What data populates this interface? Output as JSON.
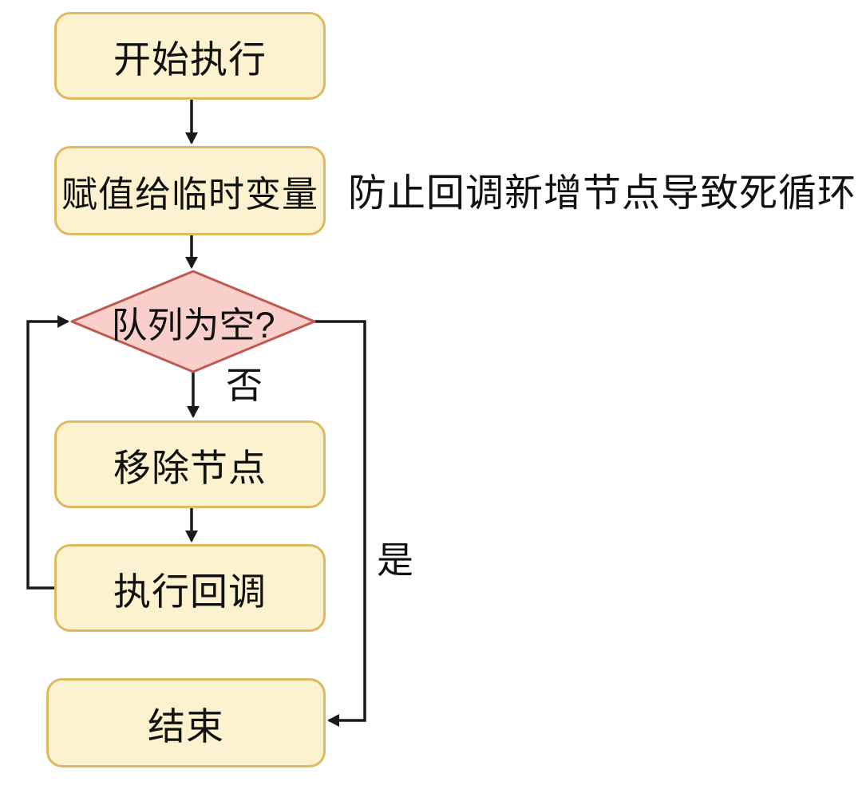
{
  "colors": {
    "process_fill": "#FCF2CF",
    "process_border": "#DCBB60",
    "decision_fill": "#F8CFCB",
    "decision_border": "#BF5A52",
    "connector": "#1A1A1A",
    "text": "#111111",
    "background": "#FFFFFF"
  },
  "flowchart": {
    "nodes": [
      {
        "id": "start",
        "shape": "rounded-rectangle",
        "label": "开始执行"
      },
      {
        "id": "assign-temp",
        "shape": "rounded-rectangle",
        "label": "赋值给临时变量"
      },
      {
        "id": "queue-empty",
        "shape": "diamond",
        "label": "队列为空?"
      },
      {
        "id": "remove-node",
        "shape": "rounded-rectangle",
        "label": "移除节点"
      },
      {
        "id": "exec-callback",
        "shape": "rounded-rectangle",
        "label": "执行回调"
      },
      {
        "id": "end",
        "shape": "rounded-rectangle",
        "label": "结束"
      }
    ],
    "edges": [
      {
        "from": "start",
        "to": "assign-temp",
        "label": ""
      },
      {
        "from": "assign-temp",
        "to": "queue-empty",
        "label": ""
      },
      {
        "from": "queue-empty",
        "to": "remove-node",
        "label": "否"
      },
      {
        "from": "remove-node",
        "to": "exec-callback",
        "label": ""
      },
      {
        "from": "exec-callback",
        "to": "queue-empty",
        "label": ""
      },
      {
        "from": "queue-empty",
        "to": "end",
        "label": "是"
      }
    ],
    "edge_labels": {
      "no": "否",
      "yes": "是"
    },
    "annotation": "防止回调新增节点导致死循环"
  }
}
